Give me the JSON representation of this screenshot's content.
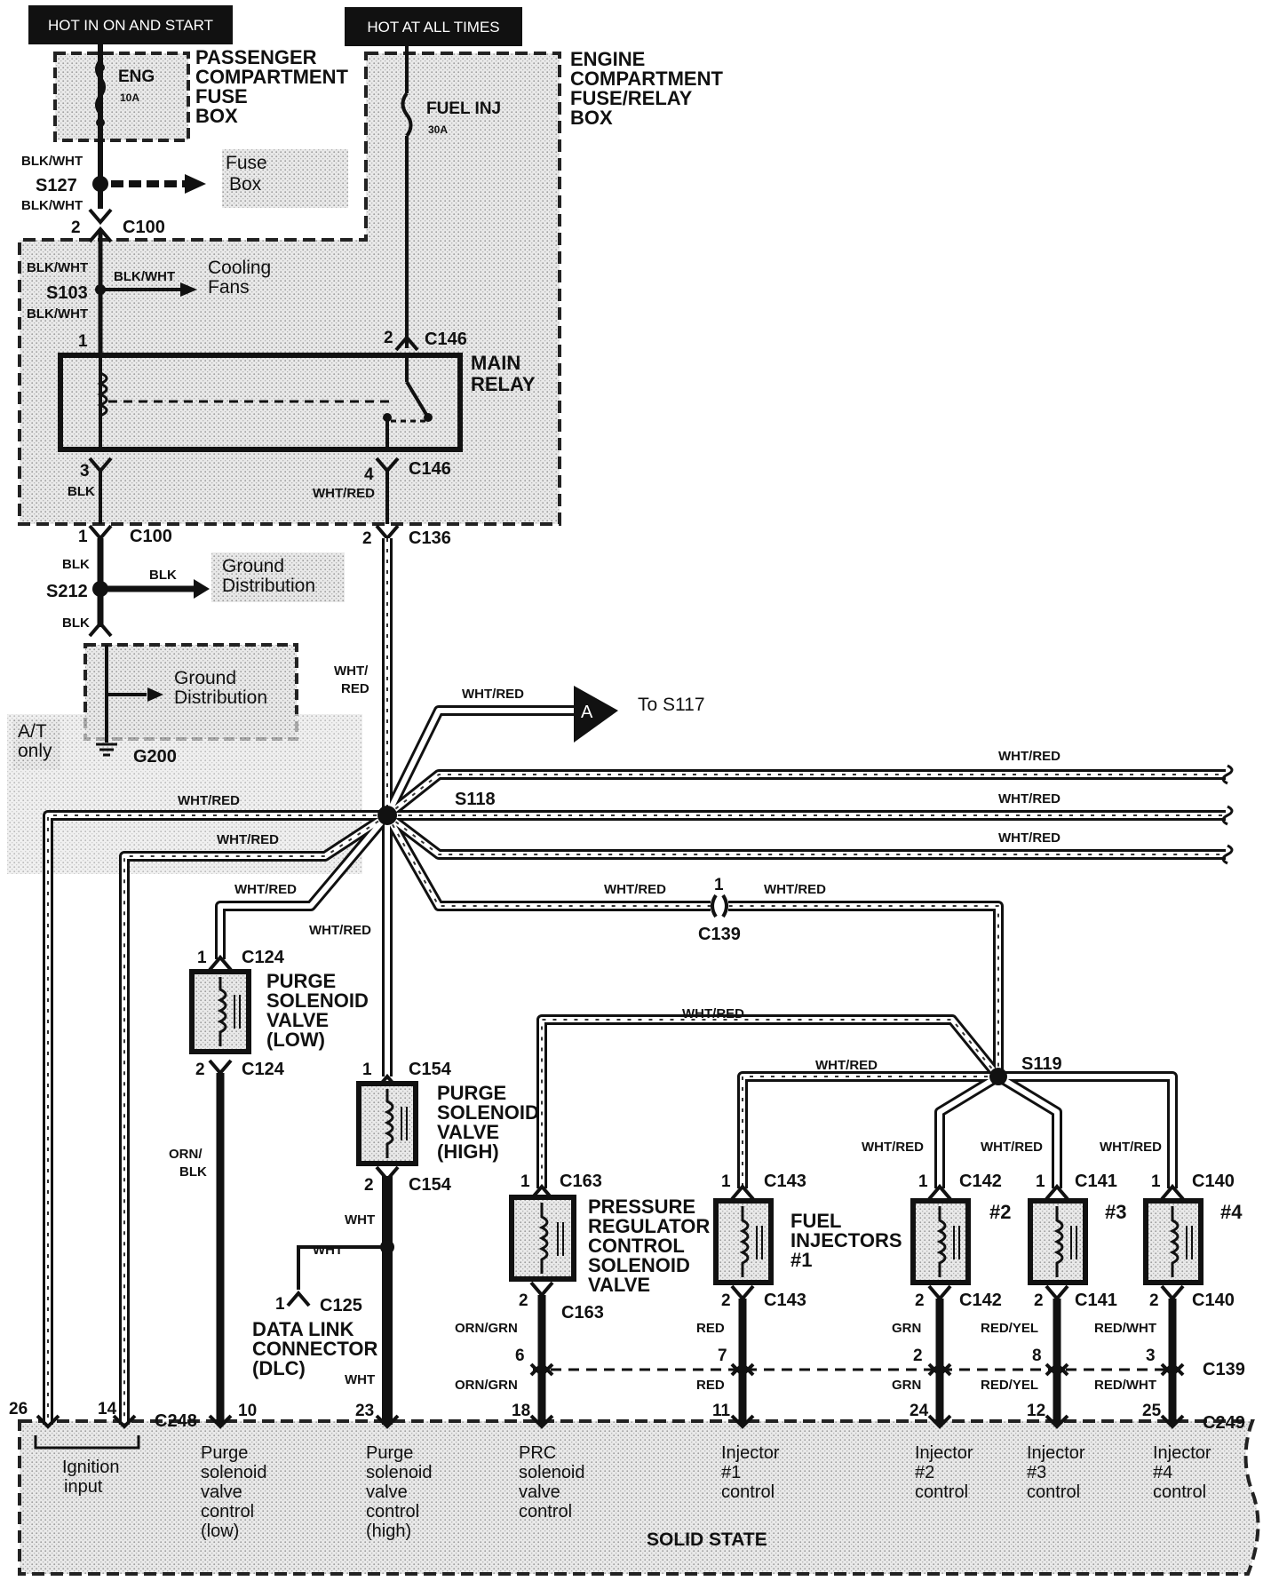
{
  "headers": {
    "hot_in_on_start": "HOT IN ON AND START",
    "hot_at_all_times": "HOT AT ALL TIMES"
  },
  "boxes": {
    "passenger_box": [
      "PASSENGER",
      "COMPARTMENT",
      "FUSE",
      "BOX"
    ],
    "engine_box": [
      "ENGINE",
      "COMPARTMENT",
      "FUSE/RELAY",
      "BOX"
    ]
  },
  "fuses": {
    "eng": {
      "name": "ENG",
      "rating": "10A"
    },
    "fuel_inj": {
      "name": "FUEL INJ",
      "rating": "30A"
    }
  },
  "wire_colors": {
    "blk_wht": "BLK/WHT",
    "blk": "BLK",
    "wht_red": "WHT/RED",
    "wht_red_split": [
      "WHT/",
      "RED"
    ],
    "orn_blk": [
      "ORN/",
      "BLK"
    ],
    "wht": "WHT",
    "orn_grn": "ORN/GRN",
    "red": "RED",
    "grn": "GRN",
    "red_yel": "RED/YEL",
    "red_wht": "RED/WHT"
  },
  "splices": {
    "s127": "S127",
    "s103": "S103",
    "s212": "S212",
    "s118": "S118",
    "s119": "S119"
  },
  "connectors": {
    "c100": "C100",
    "c146": "C146",
    "c136": "C136",
    "c124": "C124",
    "c154": "C154",
    "c125": "C125",
    "c139": "C139",
    "c163": "C163",
    "c143": "C143",
    "c142": "C142",
    "c141": "C141",
    "c140": "C140",
    "c248": "C248",
    "c249": "C249"
  },
  "pins": {
    "p1": "1",
    "p2": "2",
    "p3": "3",
    "p4": "4",
    "p6": "6",
    "p7": "7",
    "p8": "8",
    "p10": "10",
    "p11": "11",
    "p12": "12",
    "p14": "14",
    "p18": "18",
    "p23": "23",
    "p24": "24",
    "p25": "25",
    "p26": "26"
  },
  "references": {
    "fuse_box": [
      "Fuse",
      "Box"
    ],
    "cooling_fans": [
      "Cooling",
      "Fans"
    ],
    "ground_distribution": [
      "Ground",
      "Distribution"
    ],
    "to_s117": "To S117",
    "arrow_a": "A",
    "at_only": [
      "A/T",
      "only"
    ]
  },
  "ground": "G200",
  "components": {
    "main_relay": [
      "MAIN",
      "RELAY"
    ],
    "purge_low": [
      "PURGE",
      "SOLENOID",
      "VALVE",
      "(LOW)"
    ],
    "purge_high": [
      "PURGE",
      "SOLENOID",
      "VALVE",
      "(HIGH)"
    ],
    "dlc": [
      "DATA LINK",
      "CONNECTOR",
      "(DLC)"
    ],
    "prc": [
      "PRESSURE",
      "REGULATOR",
      "CONTROL",
      "SOLENOID",
      "VALVE"
    ],
    "injectors": [
      "FUEL",
      "INJECTORS",
      "#1"
    ],
    "inj2": "#2",
    "inj3": "#3",
    "inj4": "#4"
  },
  "ecu": {
    "name": "SOLID STATE",
    "ignition_input": [
      "Ignition",
      "input"
    ],
    "purge_low_ctrl": [
      "Purge",
      "solenoid",
      "valve",
      "control",
      "(low)"
    ],
    "purge_high_ctrl": [
      "Purge",
      "solenoid",
      "valve",
      "control",
      "(high)"
    ],
    "prc_ctrl": [
      "PRC",
      "solenoid",
      "valve",
      "control"
    ],
    "inj1_ctrl": [
      "Injector",
      "#1",
      "control"
    ],
    "inj2_ctrl": [
      "Injector",
      "#2",
      "control"
    ],
    "inj3_ctrl": [
      "Injector",
      "#3",
      "control"
    ],
    "inj4_ctrl": [
      "Injector",
      "#4",
      "control"
    ]
  }
}
